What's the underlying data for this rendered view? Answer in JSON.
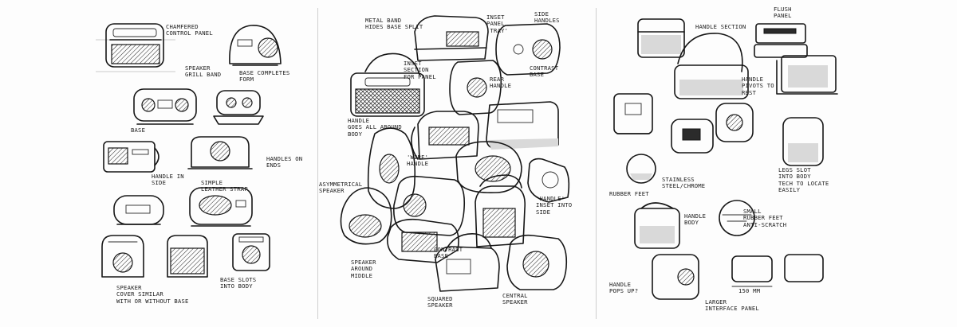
{
  "annotations": {
    "p1": {
      "chamfered": "CHAMFERED\nCONTROL PANEL",
      "speaker_band": "SPEAKER\nGRILL BAND",
      "base_completes": "BASE COMPLETES\nFORM",
      "base": "BASE",
      "handles_on_ends": "HANDLES ON\nENDS",
      "handle_in_side": "HANDLE IN\nSIDE",
      "simple_strap": "SIMPLE\nLEATHER STRAP",
      "speaker_cover": "SPEAKER\nCOVER SIMILAR\nWITH OR WITHOUT BASE",
      "base_slots": "BASE SLOTS\nINTO BODY"
    },
    "p2": {
      "metal_band": "METAL BAND\nHIDES BASE SPLIT",
      "inset_panel": "INSET\nPANEL\n'TRAY'",
      "side_handles": "SIDE\nHANDLES",
      "inset_section": "INSET\nSECTION\nFOR PANEL",
      "rear_handle": "REAR\nHANDLE",
      "contrast_base_top": "CONTRAST\nBASE",
      "handle_all_around": "HANDLE\nGOES ALL AROUND\nBODY",
      "wire_handle": "'WIRE'\nHANDLE",
      "asymmetrical_speaker": "ASYMMETRICAL\nSPEAKER",
      "handle_inset_side": "'HANDLE'\nINSET INTO\nSIDE",
      "contrast_base": "CONTRAST\nBASE",
      "speaker_middle": "SPEAKER\nAROUND\nMIDDLE",
      "squared_speaker": "SQUARED\nSPEAKER",
      "central_speaker": "CENTRAL\nSPEAKER"
    },
    "p3": {
      "flush_panel": "FLUSH\nPANEL",
      "handle_section": "HANDLE SECTION",
      "handle_pivots": "HANDLE\nPIVOTS TO\nREST",
      "rubber_feet": "RUBBER FEET",
      "stainless_steel": "STAINLESS\nSTEEL/CHROME",
      "legs_slot": "LEGS SLOT\nINTO BODY\nTECH TO LOCATE\nEASILY",
      "small_rubber": "SMALL\nRUBBER FEET\nANTI-SCRATCH",
      "handle_body": "HANDLE\nBODY",
      "handle_pops": "HANDLE\nPOPS UP?",
      "larger_panel": "LARGER\nINTERFACE PANEL",
      "dim": "150 mm"
    }
  }
}
